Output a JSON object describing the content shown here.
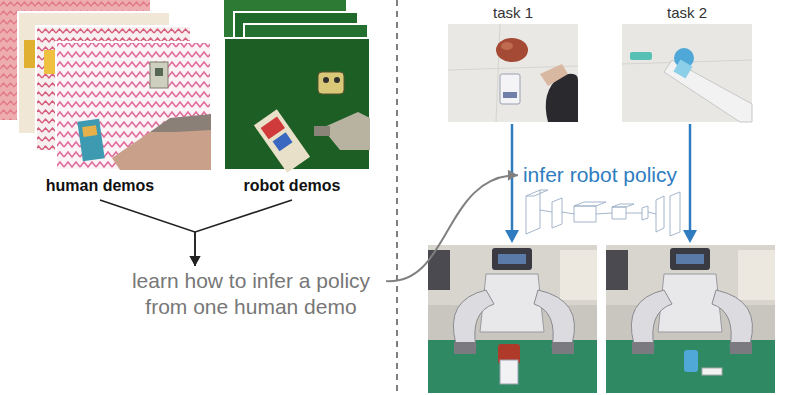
{
  "diagram": {
    "nodes": [
      {
        "text": [
          "human demos"
        ]
      },
      {
        "text": [
          "robot demos"
        ]
      },
      {
        "text": [
          "learn how to infer a policy from one human demo"
        ]
      },
      {
        "text": [
          "task 1"
        ]
      },
      {
        "text": [
          "task 2"
        ]
      },
      {
        "text": [
          "infer robot policy"
        ]
      }
    ],
    "edges": [
      {
        "from": 0,
        "to": 2,
        "arrow": "to"
      },
      {
        "from": 1,
        "to": 2,
        "arrow": "to"
      },
      {
        "from": 2,
        "to": 5,
        "arrow": "to"
      }
    ]
  }
}
